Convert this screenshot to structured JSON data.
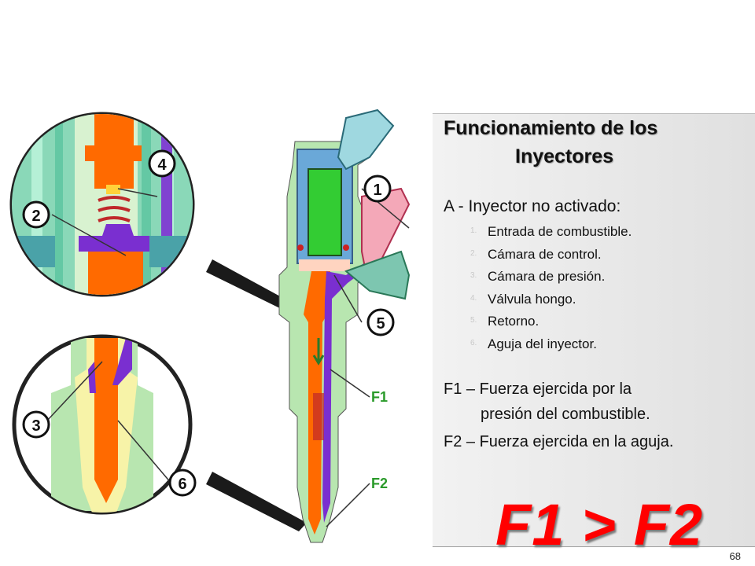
{
  "title_line1": "Funcionamiento de los",
  "title_line2": "Inyectores",
  "subheading": "A - Inyector no activado:",
  "items": [
    {
      "num": "1.",
      "text": "Entrada de combustible."
    },
    {
      "num": "2.",
      "text": "Cámara de control."
    },
    {
      "num": "3.",
      "text": "Cámara de presión."
    },
    {
      "num": "4.",
      "text": "Válvula hongo."
    },
    {
      "num": "5.",
      "text": "Retorno."
    },
    {
      "num": "6.",
      "text": "Aguja del inyector."
    }
  ],
  "force_f1_line1": "F1 – Fuerza ejercida por la",
  "force_f1_line2": "presión del combustible.",
  "force_f2": "F2 – Fuerza ejercida en la aguja.",
  "comparison": "F1 > F2",
  "page_number": "68",
  "diagram_labels": {
    "l1": "1",
    "l2": "2",
    "l3": "3",
    "l4": "4",
    "l5": "5",
    "l6": "6",
    "f1": "F1",
    "f2": "F2"
  },
  "colors": {
    "fuel": "#ff6a00",
    "return": "#7a2fd0",
    "body_green": "#b8e6b0",
    "accent_red": "#ff0000"
  }
}
